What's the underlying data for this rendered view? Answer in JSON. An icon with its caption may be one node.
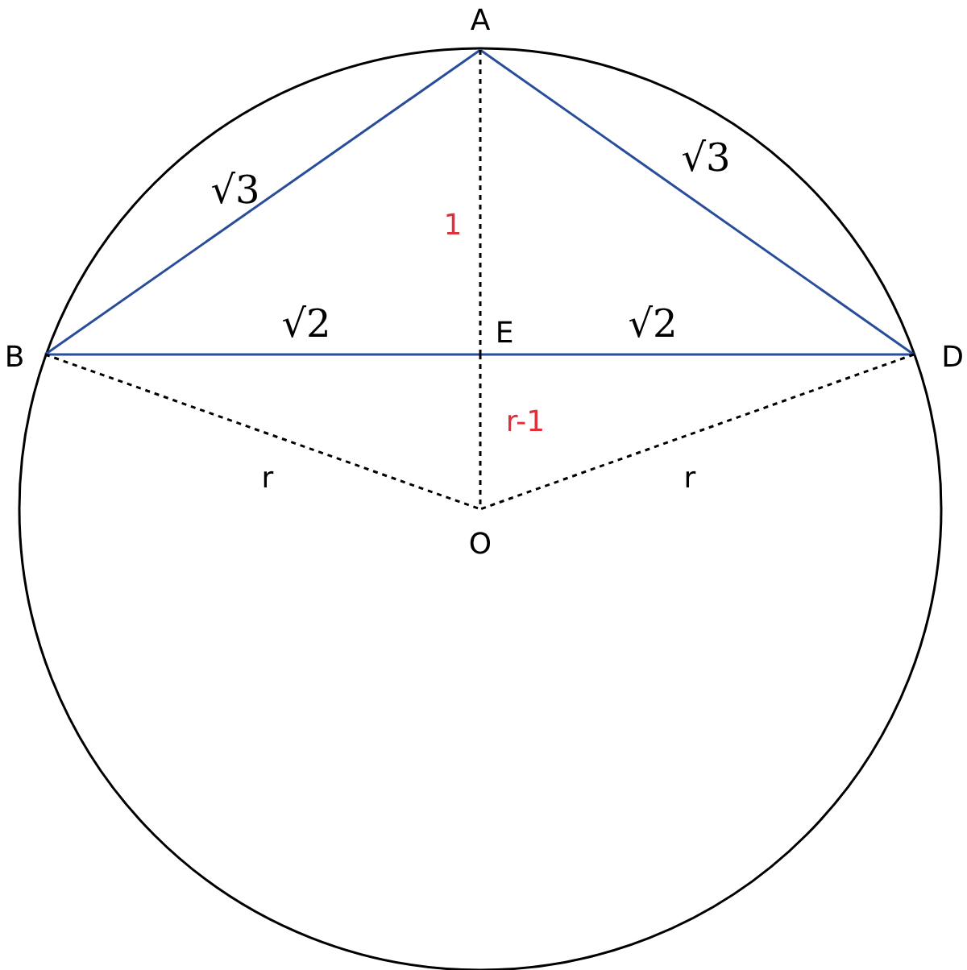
{
  "diagram": {
    "nodes": [
      {
        "text": [
          "A"
        ]
      },
      {
        "text": [
          "B"
        ]
      },
      {
        "text": [
          "E"
        ]
      },
      {
        "text": [
          "D"
        ]
      },
      {
        "text": [
          "O"
        ]
      }
    ],
    "edges": [
      {
        "from": 0,
        "to": 1,
        "arrow": "none",
        "label": "√3",
        "color": "#2a4d9b"
      },
      {
        "from": 0,
        "to": 3,
        "arrow": "none",
        "label": "√3",
        "color": "#2a4d9b"
      },
      {
        "from": 1,
        "to": 2,
        "arrow": "none",
        "label": "√2",
        "color": "#2a4d9b"
      },
      {
        "from": 2,
        "to": 3,
        "arrow": "none",
        "label": "√2",
        "color": "#2a4d9b"
      },
      {
        "from": 0,
        "to": 2,
        "arrow": "none",
        "label": "1",
        "style": "dashed",
        "color": "#000000"
      },
      {
        "from": 2,
        "to": 4,
        "arrow": "none",
        "label": "r-1",
        "style": "dashed",
        "color": "#000000"
      },
      {
        "from": 1,
        "to": 4,
        "arrow": "none",
        "label": "r",
        "style": "dashed",
        "color": "#000000"
      },
      {
        "from": 3,
        "to": 4,
        "arrow": "none",
        "label": "r",
        "style": "dashed",
        "color": "#000000"
      }
    ]
  }
}
